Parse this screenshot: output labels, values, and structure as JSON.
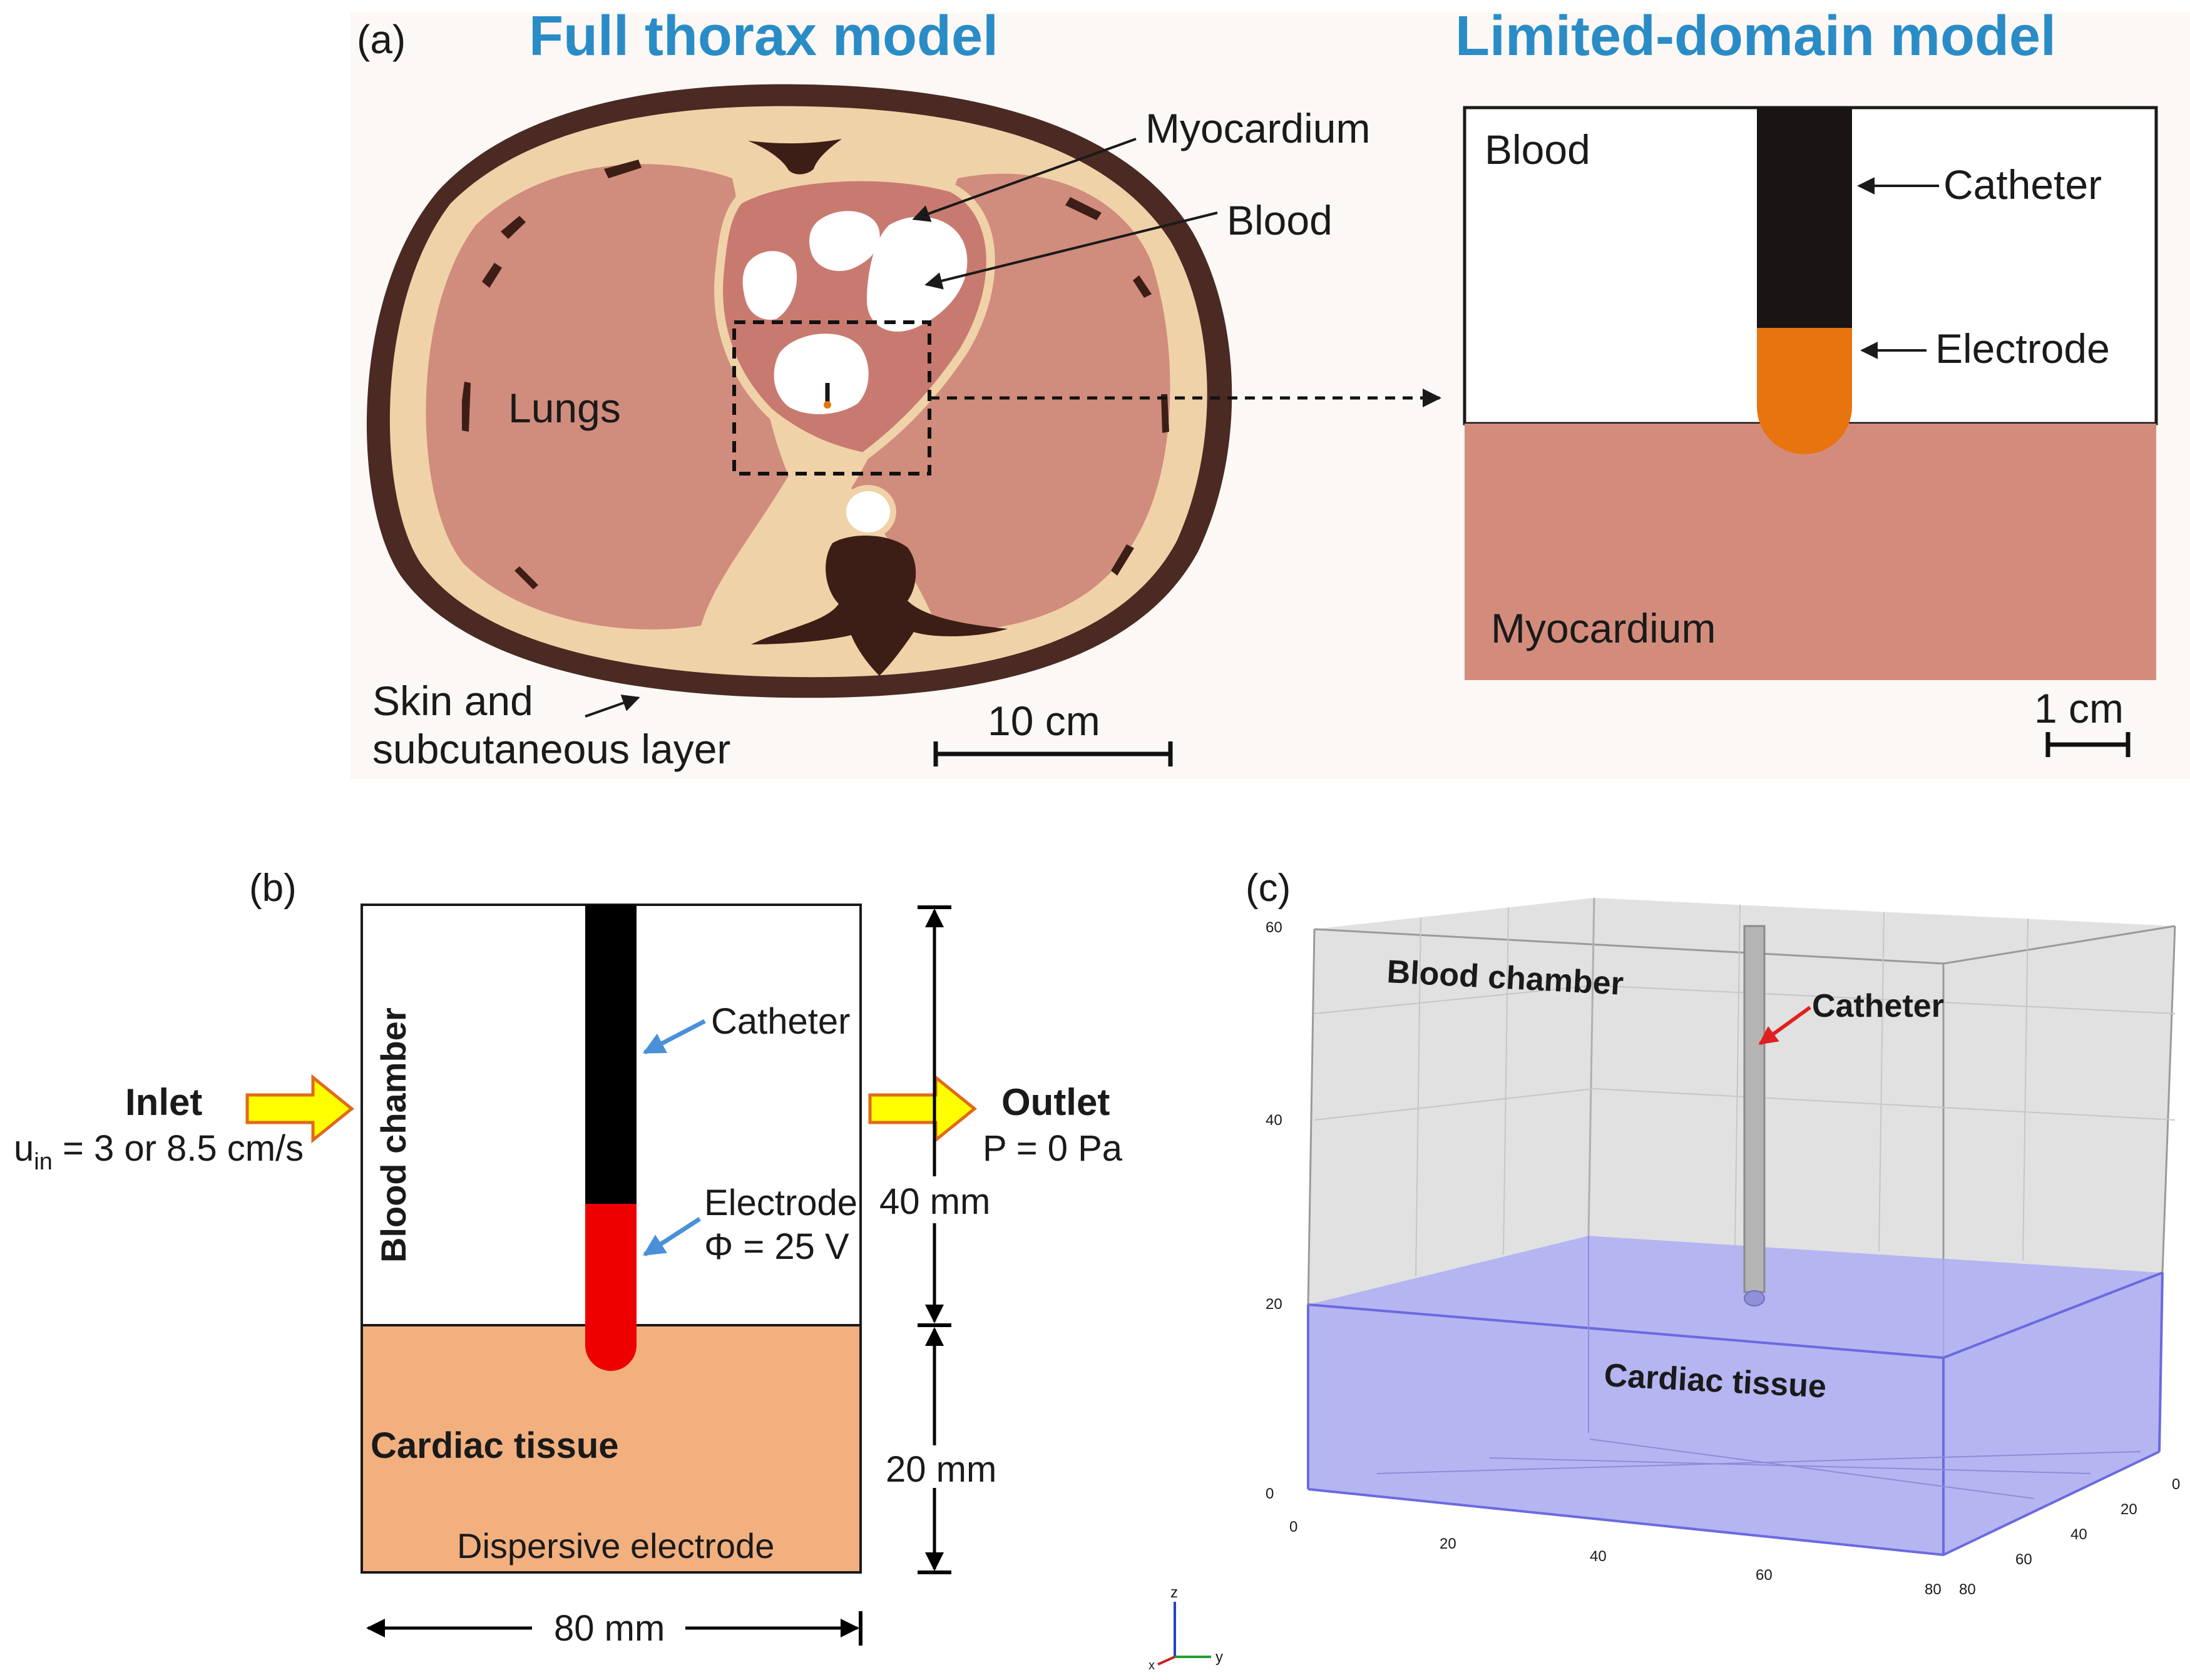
{
  "panel_a": {
    "label": "(a)",
    "left_title": "Full thorax model",
    "right_title": "Limited-domain model",
    "title_color": "#2a8cc6",
    "labels": {
      "myocardium": "Myocardium",
      "blood": "Blood",
      "lungs": "Lungs",
      "skin_line1": "Skin and",
      "skin_line2": "subcutaneous layer",
      "scale": "10 cm"
    },
    "zoom": {
      "blood": "Blood",
      "catheter": "Catheter",
      "electrode": "Electrode",
      "myocardium": "Myocardium",
      "scale": "1 cm"
    },
    "colors": {
      "skin_outer": "#4a2a22",
      "fat": "#f0d2a8",
      "lung": "#d08c7c",
      "myocardium": "#c97a70",
      "bone": "#3d1e16",
      "blood": "#ffffff",
      "electrode": "#e8740f",
      "catheter": "#1a1414"
    }
  },
  "panel_b": {
    "label": "(b)",
    "inlet_title": "Inlet",
    "inlet_u": "u",
    "inlet_sub": "in",
    "inlet_value": " = 3 or 8.5 cm/s",
    "blood_chamber": "Blood chamber",
    "catheter": "Catheter",
    "electrode": "Electrode",
    "phi": "Φ = 25 V",
    "outlet_title": "Outlet",
    "outlet_value": "P = 0 Pa",
    "dim_top": "40 mm",
    "dim_bottom": "20 mm",
    "dim_width": "80 mm",
    "cardiac_tissue": "Cardiac tissue",
    "dispersive": "Dispersive electrode",
    "colors": {
      "tissue": "#f2b07f",
      "electrode": "#ee0000",
      "catheter": "#000000",
      "arrow_fill": "#ffff00",
      "arrow_stroke": "#e06a1a",
      "pointer": "#4a90d9"
    }
  },
  "panel_c": {
    "label": "(c)",
    "blood_chamber": "Blood chamber",
    "catheter": "Catheter",
    "cardiac_tissue": "Cardiac tissue",
    "z_ticks": [
      "60",
      "40",
      "20",
      "0"
    ],
    "x_ticks": [
      "0",
      "20",
      "40",
      "60",
      "80"
    ],
    "y_ticks": [
      "0",
      "20",
      "40",
      "60",
      "80"
    ],
    "triad": {
      "z": "z",
      "y": "y",
      "x": "x"
    },
    "colors": {
      "tissue": "#a8a8f0",
      "box": "#e6e6e6",
      "pointer": "#e02020"
    }
  }
}
